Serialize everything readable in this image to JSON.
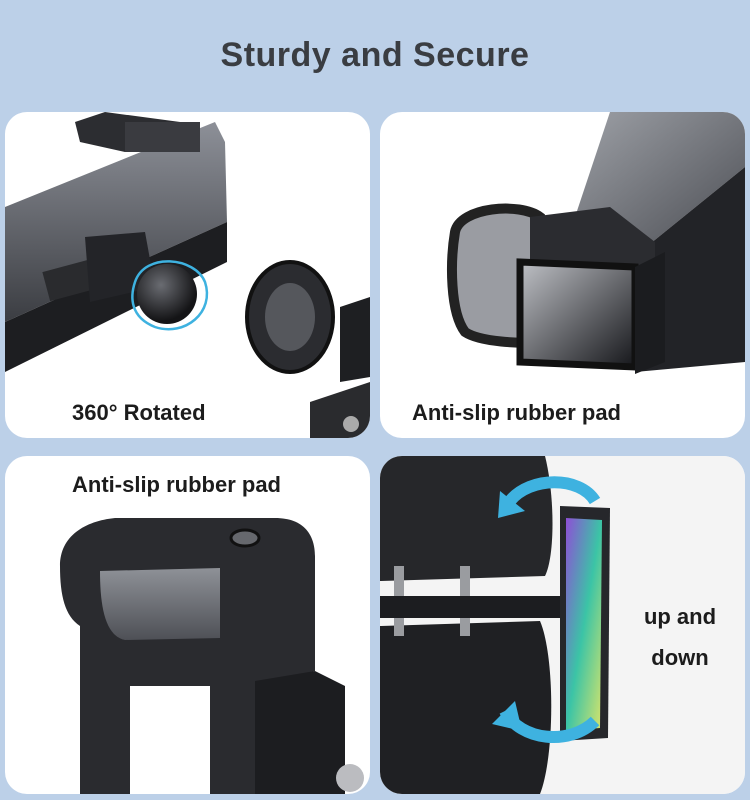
{
  "header": {
    "title": "Sturdy and Secure"
  },
  "panels": [
    {
      "id": "rotation",
      "caption": "360° Rotated"
    },
    {
      "id": "clamp",
      "caption": "Anti-slip rubber pad"
    },
    {
      "id": "hook",
      "caption": "Anti-slip rubber pad"
    },
    {
      "id": "in-car",
      "caption_lines": [
        "up and",
        "down"
      ]
    }
  ],
  "colors": {
    "background": "#bcd0e8",
    "panel": "#ffffff",
    "arrow": "#3eb2e0",
    "plastic": "#2a2b2e",
    "metal": "#7d8087"
  }
}
